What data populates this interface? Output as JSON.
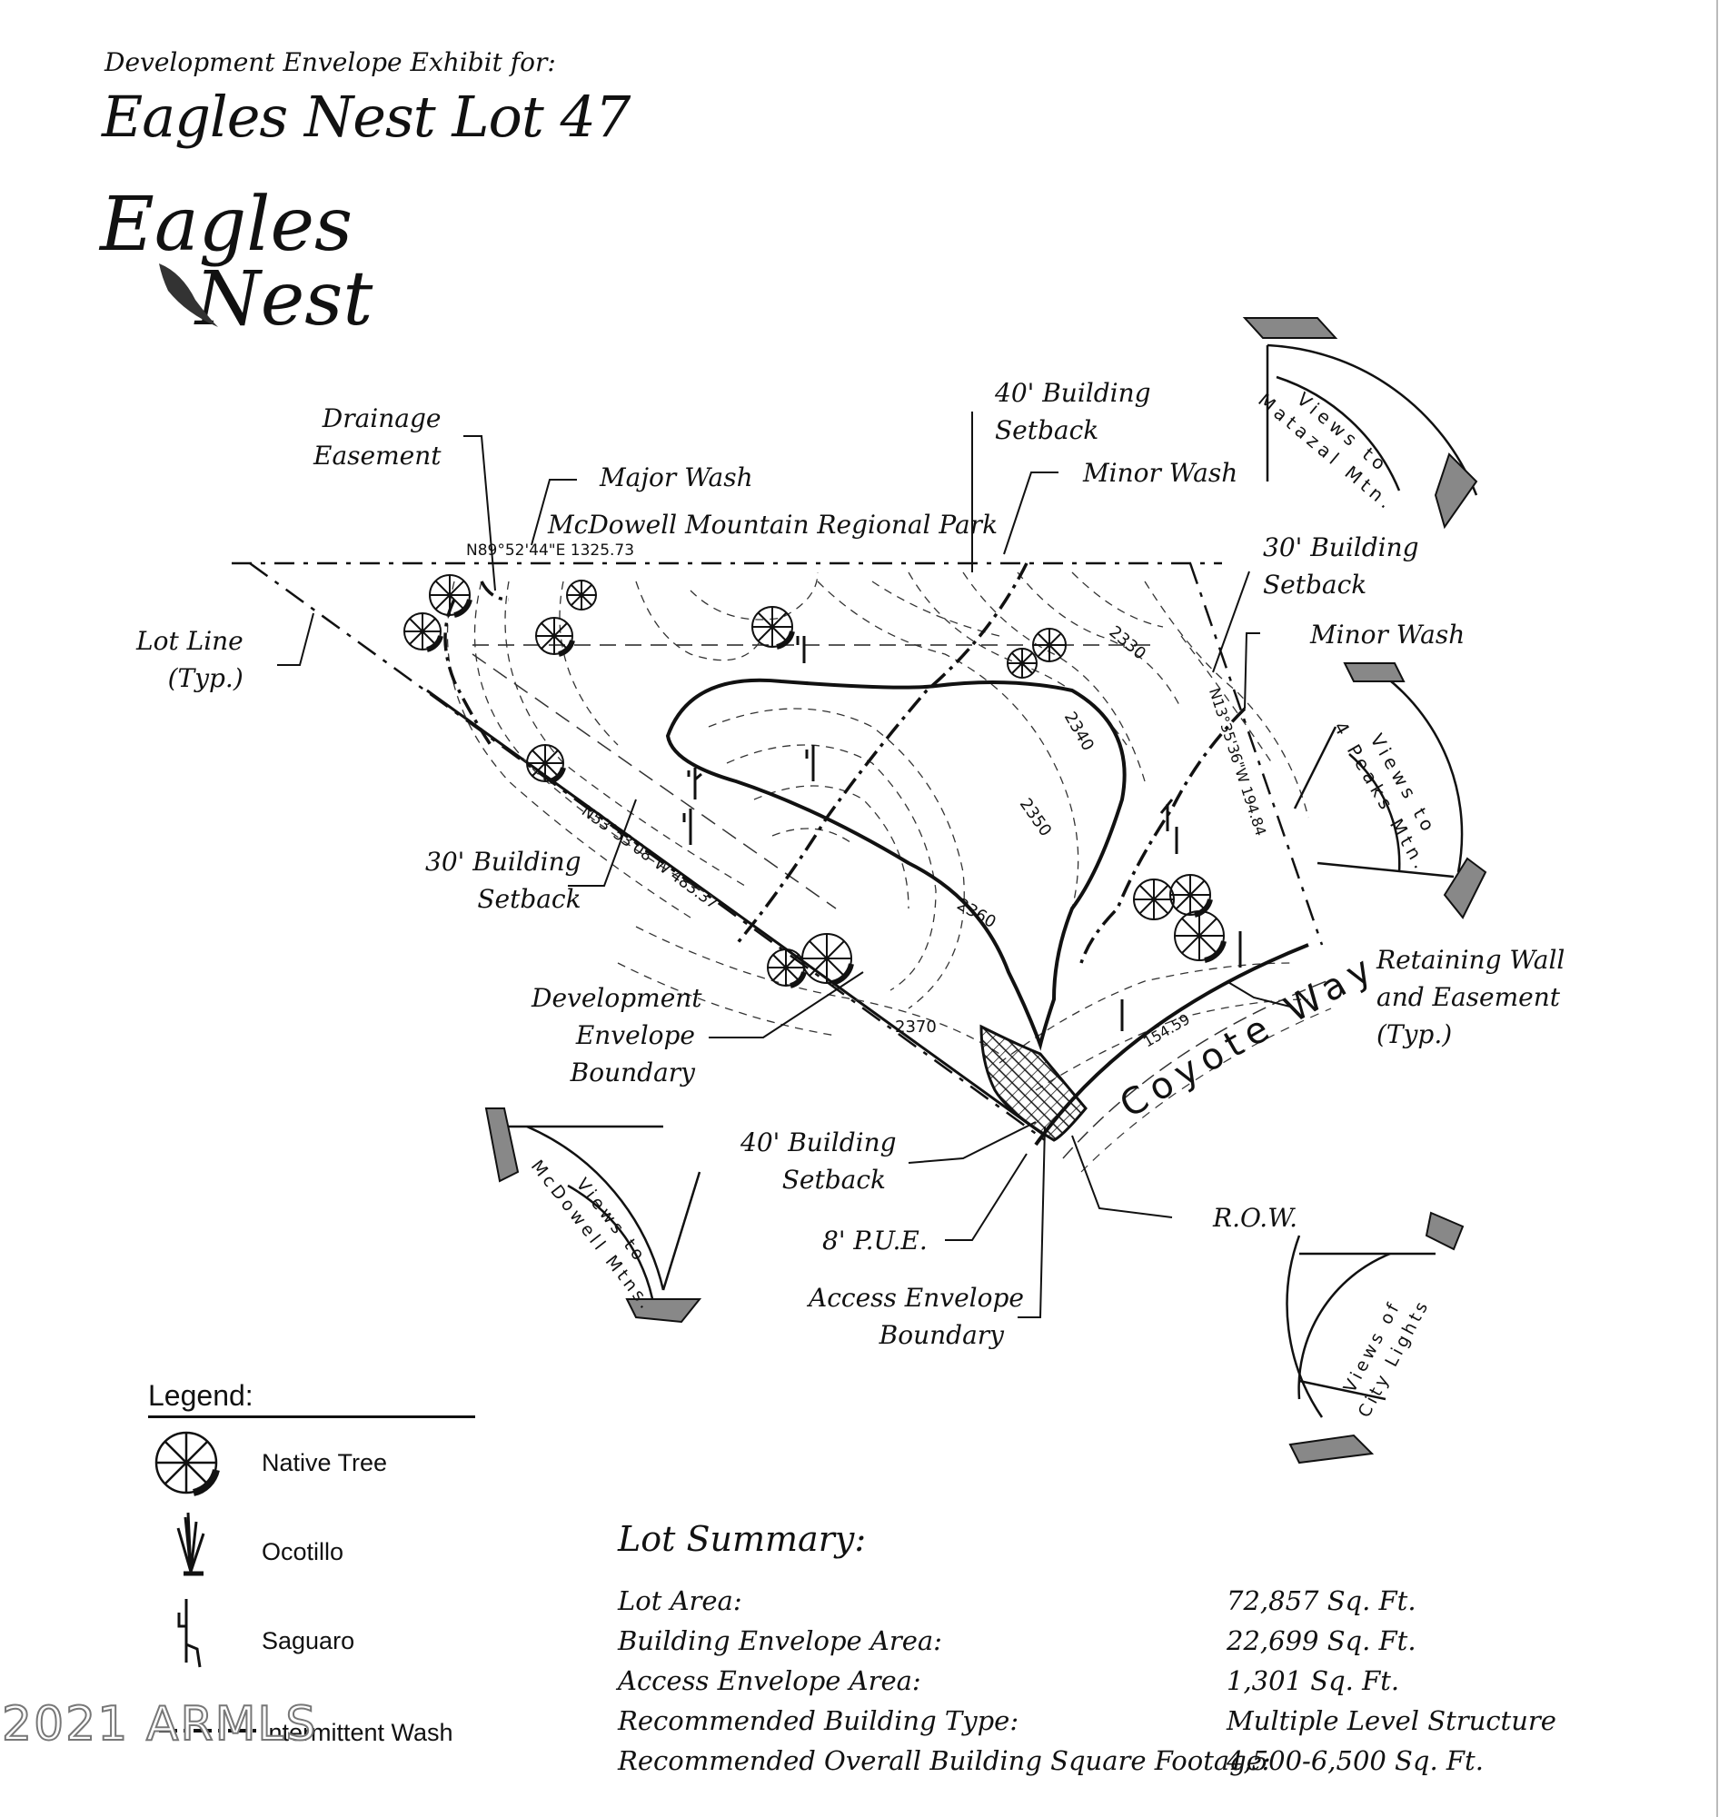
{
  "header": {
    "subtitle": "Development Envelope Exhibit for:",
    "title": "Eagles Nest Lot 47"
  },
  "logo": {
    "line1": "Eagles",
    "line2": "Nest"
  },
  "map": {
    "labels": {
      "drainage_easement": [
        "Drainage",
        "Easement"
      ],
      "major_wash": "Major Wash",
      "park": "McDowell Mountain Regional Park",
      "bearing_north": "N89°52'44\"E  1325.73",
      "setback_40_top": [
        "40' Building",
        "Setback"
      ],
      "minor_wash_top": "Minor Wash",
      "setback_30_right": [
        "30' Building",
        "Setback"
      ],
      "minor_wash_right": "Minor Wash",
      "lot_line": [
        "Lot Line",
        "(Typ.)"
      ],
      "setback_30_left": [
        "30' Building",
        "Setback"
      ],
      "dev_envelope": [
        "Development",
        "Envelope",
        "Boundary"
      ],
      "retaining_wall": [
        "Retaining Wall",
        "and Easement",
        "(Typ.)"
      ],
      "setback_40_bottom": [
        "40' Building",
        "Setback"
      ],
      "pue": "8' P.U.E.",
      "row": "R.O.W.",
      "access_envelope": [
        "Access Envelope",
        "Boundary"
      ],
      "street": "Coyote Way",
      "bearing_sw": "N53°53'08\"W  483.37",
      "bearing_east": "N13°35'36\"W  194.84",
      "arc_length": "154.59",
      "contour_2330": "2330",
      "contour_2340": "2340",
      "contour_2350": "2350",
      "contour_2360": "2360",
      "contour_2370": "2370"
    },
    "views": {
      "matazal": [
        "Views to",
        "Matazal Mtn."
      ],
      "four_peaks": [
        "Views to",
        "4 Peaks Mtn."
      ],
      "mcdowell": [
        "Views to",
        "McDowell Mtns."
      ],
      "city": [
        "Views of",
        "City Lights"
      ]
    }
  },
  "legend": {
    "title": "Legend:",
    "items": [
      {
        "label": "Native Tree",
        "icon": "native-tree-icon"
      },
      {
        "label": "Ocotillo",
        "icon": "ocotillo-icon"
      },
      {
        "label": "Saguaro",
        "icon": "saguaro-icon"
      },
      {
        "label": "Intermittent Wash",
        "icon": "wash-icon"
      }
    ]
  },
  "summary": {
    "title": "Lot Summary:",
    "rows": [
      {
        "label": "Lot Area:",
        "value": "72,857 Sq. Ft."
      },
      {
        "label": "Building Envelope Area:",
        "value": "22,699 Sq. Ft."
      },
      {
        "label": "Access Envelope Area:",
        "value": "1,301 Sq. Ft."
      },
      {
        "label": "Recommended Building Type:",
        "value": "Multiple Level Structure"
      },
      {
        "label": "Recommended Overall Building Square Footage:",
        "value": "4,500-6,500 Sq. Ft."
      }
    ]
  },
  "watermark": "2021 ARMLS"
}
